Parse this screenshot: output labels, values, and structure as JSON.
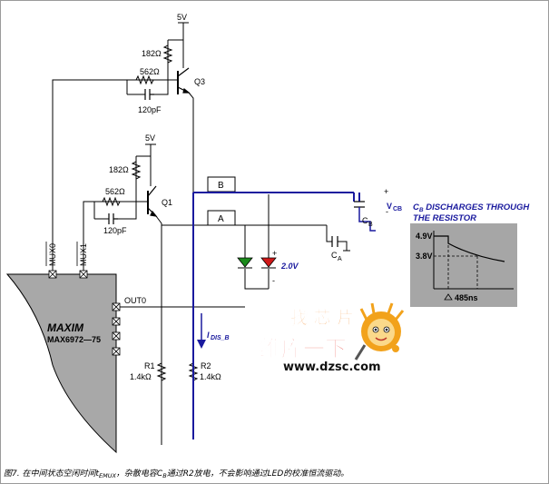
{
  "labels": {
    "vcc_top": "5V",
    "r_182_top": "182Ω",
    "r_562_top": "562Ω",
    "c_120_top": "120pF",
    "q3": "Q3",
    "vcc_mid": "5V",
    "r_182_mid": "182Ω",
    "r_562_mid": "562Ω",
    "c_120_mid": "120pF",
    "q1": "Q1",
    "box_b": "B",
    "box_a": "A",
    "plus_top": "+",
    "vcb_v": "V",
    "vcb_sub": "CB",
    "minus_top": "-",
    "cb_c": "C",
    "cb_sub": "B",
    "ca_c": "C",
    "ca_sub": "A",
    "led_plus": "+",
    "led_v": "2.0V",
    "led_minus": "-",
    "mux0": "MUX0",
    "mux1": "MUX1",
    "out0": "OUT0",
    "maxim": "MAXIM",
    "part": "MAX6972—75",
    "idis_i": "I",
    "idis_sub": "DIS_B",
    "r1": "R1",
    "r1_val": "1.4kΩ",
    "r2": "R2",
    "r2_val": "1.4kΩ"
  },
  "inset": {
    "title_c": "C",
    "title_sub": "B",
    "title_rest": " DISCHARGES THROUGH",
    "title_line2": "THE RESISTOR",
    "v_high": "4.9V",
    "v_low": "3.8V",
    "time_mark": "485ns"
  },
  "watermark": {
    "cn_top": "找 芯 片",
    "cn_main": "维库一下",
    "url": "www.dzsc.com"
  },
  "caption": "图7. 在中间状态空闲时间t",
  "caption_sub": "EMUX",
  "caption_mid": "，杂散电容C",
  "caption_sub2": "B",
  "caption_end": "通过R2放电，不会影响通过LED的校准恒流驱动。",
  "colors": {
    "blue": "#1a1a9e",
    "ic_gray": "#a8a8a8",
    "inset_gray": "#a6a6a6",
    "led_green": "#1b8a1b",
    "led_red": "#d01818"
  }
}
